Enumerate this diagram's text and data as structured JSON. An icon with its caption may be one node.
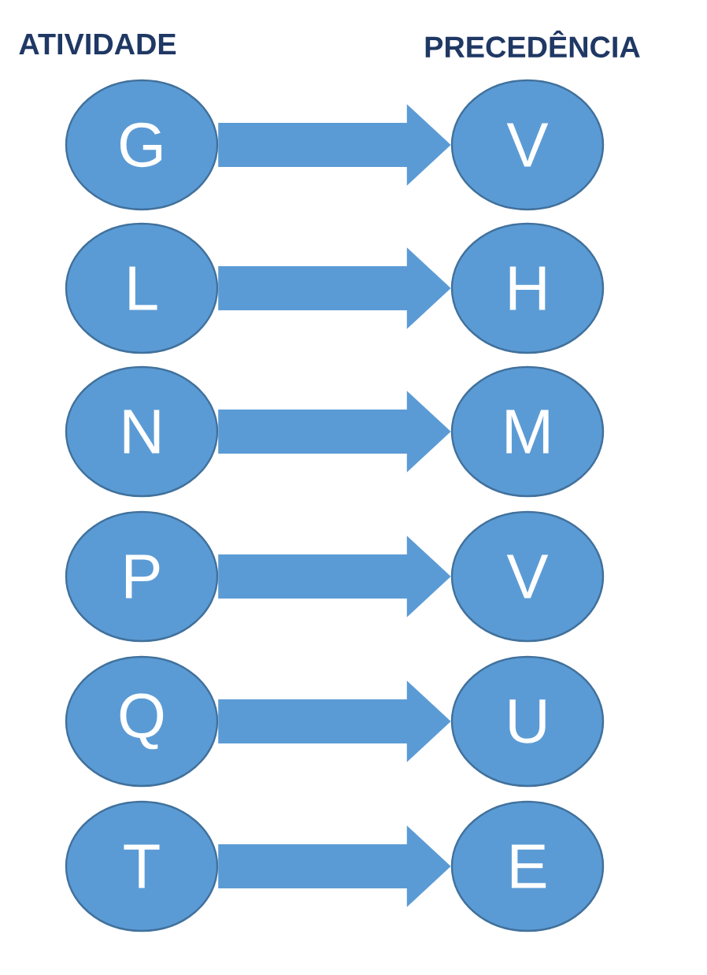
{
  "diagram": {
    "nodes": [
      {
        "text": [
          "G"
        ]
      },
      {
        "text": [
          "V"
        ]
      },
      {
        "text": [
          "L"
        ]
      },
      {
        "text": [
          "H"
        ]
      },
      {
        "text": [
          "N"
        ]
      },
      {
        "text": [
          "M"
        ]
      },
      {
        "text": [
          "P"
        ]
      },
      {
        "text": [
          "V"
        ]
      },
      {
        "text": [
          "Q"
        ]
      },
      {
        "text": [
          "U"
        ]
      },
      {
        "text": [
          "T"
        ]
      },
      {
        "text": [
          "E"
        ]
      }
    ],
    "edges": [
      {
        "from": 0,
        "to": 1,
        "arrow": "to"
      },
      {
        "from": 2,
        "to": 3,
        "arrow": "to"
      },
      {
        "from": 4,
        "to": 5,
        "arrow": "to"
      },
      {
        "from": 6,
        "to": 7,
        "arrow": "to"
      },
      {
        "from": 8,
        "to": 9,
        "arrow": "to"
      },
      {
        "from": 10,
        "to": 11,
        "arrow": "to"
      }
    ],
    "labels": [
      "ATIVIDADE",
      "PRECEDÊNCIA"
    ]
  }
}
